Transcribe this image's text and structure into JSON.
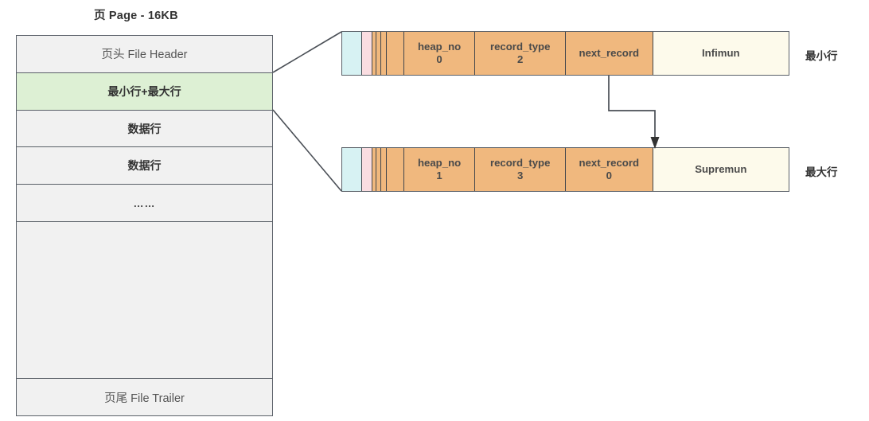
{
  "diagram": {
    "title": "页 Page - 16KB",
    "page_box": {
      "rows": [
        {
          "label": "页头 File Header",
          "style": "normal",
          "height": 47
        },
        {
          "label": "最小行+最大行",
          "style": "green",
          "height": 47
        },
        {
          "label": "数据行",
          "style": "bold",
          "height": 47
        },
        {
          "label": "数据行",
          "style": "bold",
          "height": 47
        },
        {
          "label": "……",
          "style": "dots",
          "height": 47
        },
        {
          "label": "",
          "style": "spacer",
          "height": 198
        },
        {
          "label": "页尾 File Trailer",
          "style": "normal",
          "height": 46
        }
      ]
    },
    "records": [
      {
        "name": "infimum-record",
        "side_label": "最小行",
        "cells": [
          {
            "name": "variable-length-field",
            "label": "",
            "value": "",
            "color": "cyan",
            "width": 25
          },
          {
            "name": "null-flag-field",
            "label": "",
            "value": "",
            "color": "pink",
            "width": 13
          },
          {
            "name": "delete-flag-field",
            "label": "",
            "value": "",
            "color": "orange",
            "width": 5
          },
          {
            "name": "min-rec-flag-field",
            "label": "",
            "value": "",
            "color": "orange",
            "width": 6
          },
          {
            "name": "n-owned-field",
            "label": "",
            "value": "",
            "color": "orange",
            "width": 7
          },
          {
            "name": "heap-no-field",
            "label": "heap_no",
            "value": "0",
            "color": "orange",
            "width": 22
          },
          {
            "name": "record-type-field",
            "label": "record_type",
            "value": "2",
            "color": "orange",
            "width": 113
          },
          {
            "name": "next-record-field",
            "label": "next_record",
            "value": "",
            "color": "orange",
            "width": 110
          },
          {
            "name": "record-data-field",
            "label": "Infimun",
            "value": "",
            "color": "cream",
            "width": 171
          }
        ]
      },
      {
        "name": "supremum-record",
        "side_label": "最大行",
        "cells": [
          {
            "name": "variable-length-field",
            "label": "",
            "value": "",
            "color": "cyan",
            "width": 25
          },
          {
            "name": "null-flag-field",
            "label": "",
            "value": "",
            "color": "pink",
            "width": 13
          },
          {
            "name": "delete-flag-field",
            "label": "",
            "value": "",
            "color": "orange",
            "width": 5
          },
          {
            "name": "min-rec-flag-field",
            "label": "",
            "value": "",
            "color": "orange",
            "width": 6
          },
          {
            "name": "n-owned-field",
            "label": "",
            "value": "",
            "color": "orange",
            "width": 7
          },
          {
            "name": "heap-no-field",
            "label": "heap_no",
            "value": "1",
            "color": "orange",
            "width": 22
          },
          {
            "name": "record-type-field",
            "label": "record_type",
            "value": "3",
            "color": "orange",
            "width": 113
          },
          {
            "name": "next-record-field",
            "label": "next_record",
            "value": "0",
            "color": "orange",
            "width": 110
          },
          {
            "name": "record-data-field",
            "label": "Supremun",
            "value": "",
            "color": "cream",
            "width": 171
          }
        ]
      }
    ],
    "colors": {
      "border": "#5a6068",
      "green_row": "#ddf0d4",
      "grey_row": "#f1f1f1",
      "cyan_cell": "#d7f2f3",
      "pink_cell": "#fadde1",
      "orange_cell": "#f0b87e",
      "cream_cell": "#fdfaeb",
      "text": "#333333"
    }
  }
}
